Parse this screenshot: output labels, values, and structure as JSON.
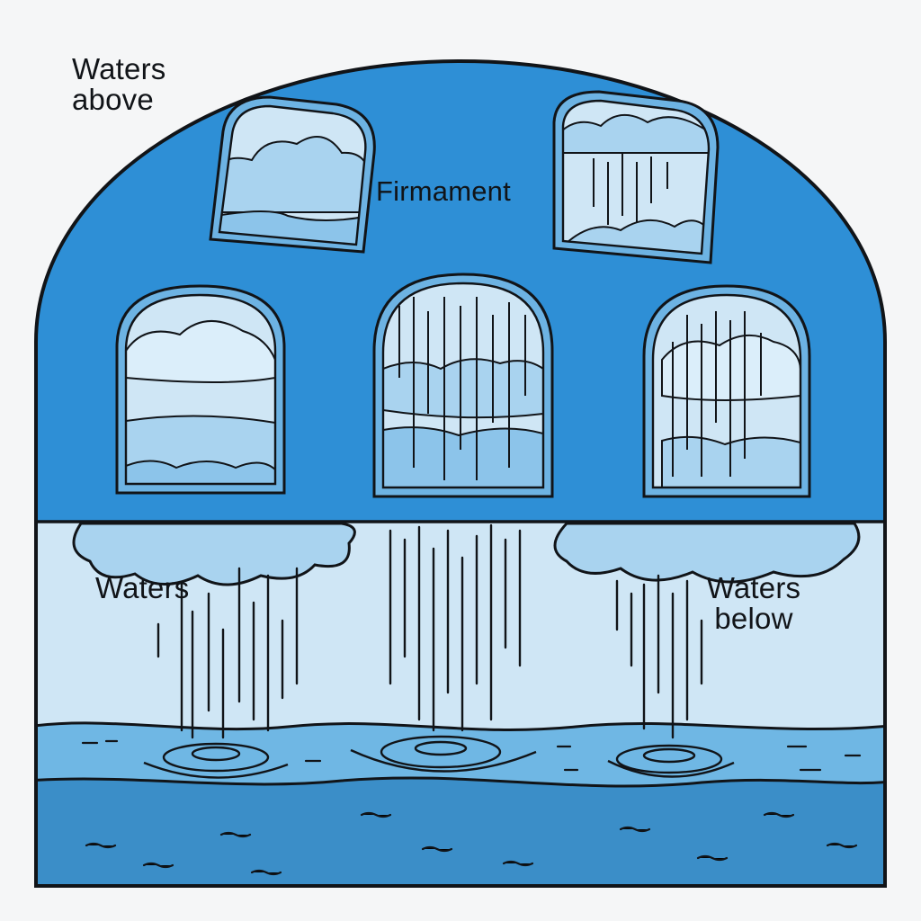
{
  "labels": {
    "waters_above": "Waters above",
    "firmament": "Firmament",
    "waters": "Waters",
    "waters_below": "Waters below"
  },
  "colors": {
    "background": "#f5f6f7",
    "firmament_dome": "#2e8fd6",
    "sky_light": "#cfe6f5",
    "window_frame": "#6db3e3",
    "water_light": "#6fb7e4",
    "water_deep": "#3b8ec8",
    "outline": "#111418"
  },
  "icons": {
    "windows": [
      "cloud-window",
      "rain-window",
      "cloud-window",
      "rain-window",
      "rain-window"
    ],
    "clouds": [
      "cloud-icon",
      "cloud-icon"
    ]
  }
}
